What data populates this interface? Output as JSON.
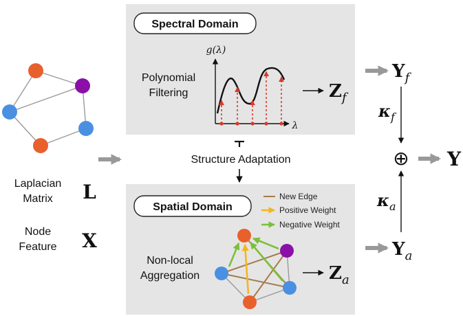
{
  "spectral": {
    "title": "Spectral Domain",
    "method_line1": "Polynomial",
    "method_line2": "Filtering",
    "g_axis": "g(λ)",
    "lambda_axis": "λ"
  },
  "spatial": {
    "title": "Spatial Domain",
    "method_line1": "Non-local",
    "method_line2": "Aggregation",
    "legend": {
      "new_edge": "New Edge",
      "positive": "Positive Weight",
      "negative": "Negative Weight"
    }
  },
  "inputs": {
    "laplacian_line1": "Laplacian",
    "laplacian_line2": "Matrix",
    "laplacian_symbol": "L",
    "feature_line1": "Node",
    "feature_line2": "Feature",
    "feature_symbol": "X"
  },
  "middle": {
    "label": "Structure Adaptation"
  },
  "outputs": {
    "z_f": "Z",
    "z_f_sub": "f",
    "z_a": "Z",
    "z_a_sub": "a",
    "y_f": "Y",
    "y_f_sub": "f",
    "y_a": "Y",
    "y_a_sub": "a",
    "kappa_f": "κ",
    "kappa_f_sub": "f",
    "kappa_a": "κ",
    "kappa_a_sub": "a",
    "oplus": "⊕",
    "y": "Y"
  },
  "colors": {
    "panel": "#e5e5e5",
    "orange": "#e8602c",
    "purple": "#8a10a8",
    "blue": "#4a90e2",
    "edge_gray": "#9a9a9a",
    "new_edge": "#a57c4a",
    "positive": "#f2b623",
    "negative": "#7cbf3a",
    "dashed_red": "#d93a2a",
    "arrow_gray": "#999999"
  }
}
